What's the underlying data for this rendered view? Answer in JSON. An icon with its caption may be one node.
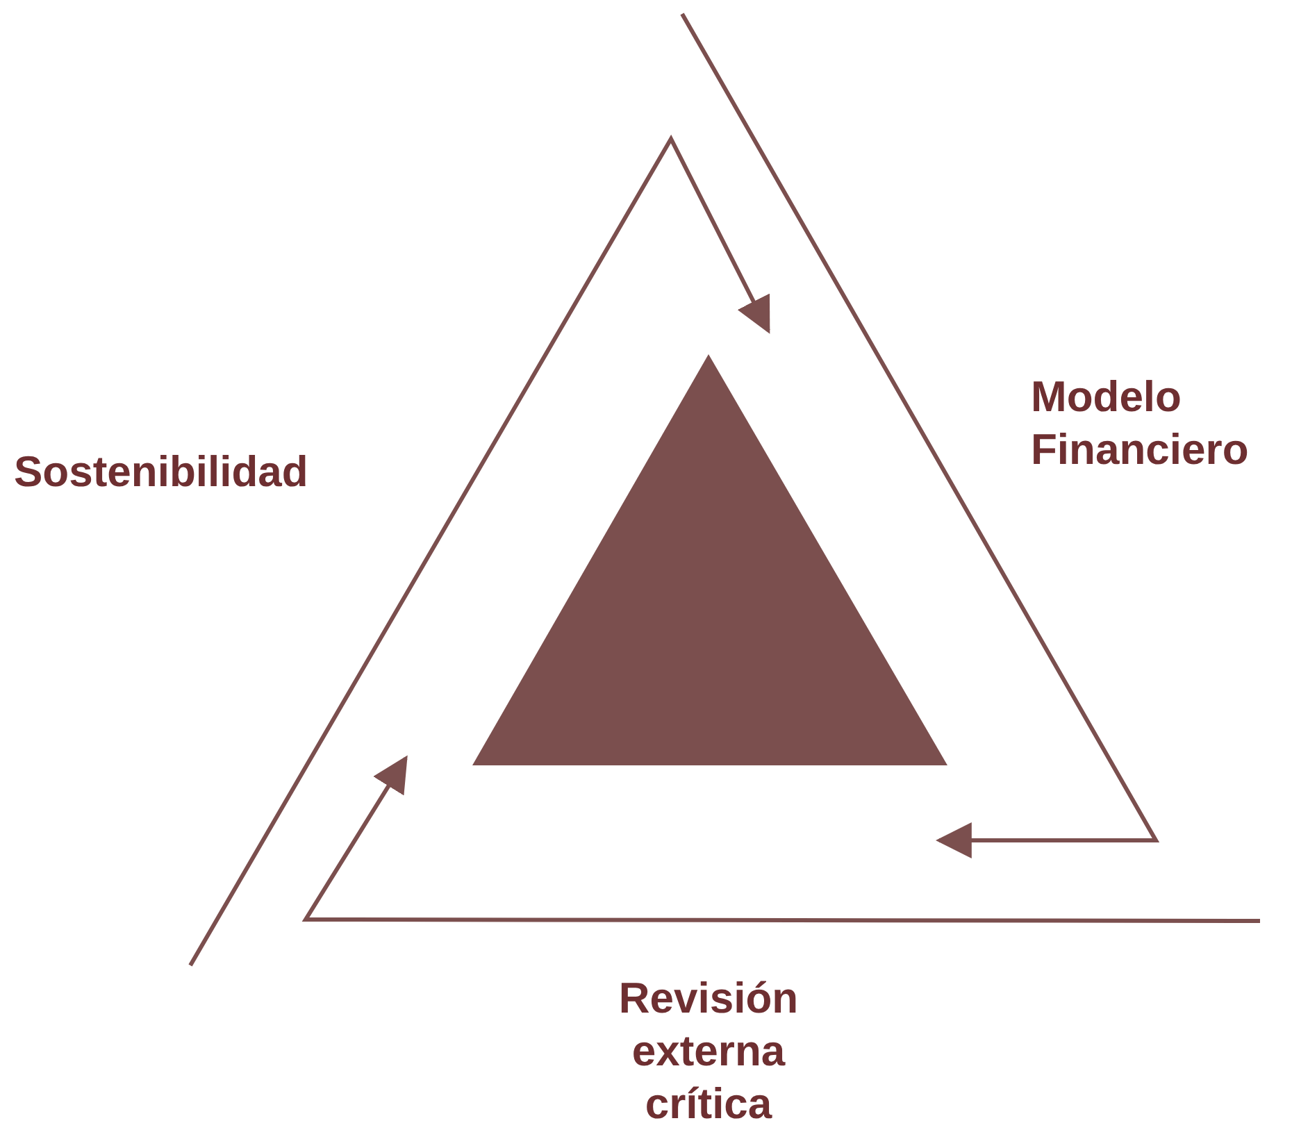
{
  "diagram": {
    "nodes": [
      {
        "text": [],
        "shape": "triangle"
      }
    ],
    "labels": [
      "Sostenibilidad",
      "Modelo Financiero",
      "Revisión externa crítica"
    ]
  }
}
